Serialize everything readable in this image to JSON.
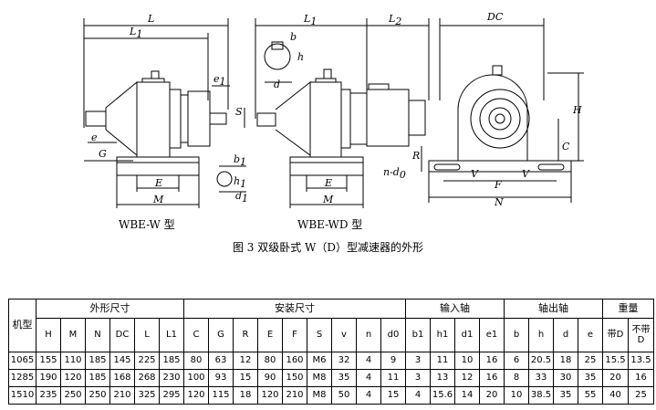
{
  "figure": {
    "model_labels": [
      "WBE-W 型",
      "WBE-WD 型"
    ],
    "caption": "图 3 双级卧式 W（D）型减速器的外形",
    "dimension_labels": {
      "L": "L",
      "L1": "L",
      "L1_sub": "1",
      "L1b": "L",
      "L1b_sub": "1",
      "L2": "L",
      "L2_sub": "2",
      "DC": "DC",
      "b": "b",
      "h": "h",
      "d": "d",
      "e1": "e",
      "e1_sub": "1",
      "S": "S",
      "e": "e",
      "G": "G",
      "b1": "b",
      "b1_sub": "1",
      "h1": "h",
      "h1_sub": "1",
      "d1": "d",
      "d1_sub": "1",
      "E": "E",
      "M": "M",
      "E2": "E",
      "M2": "M",
      "R": "R",
      "nd0": "n-d",
      "nd0_sub": "0",
      "V1": "V",
      "V2": "V",
      "F": "F",
      "N": "N",
      "H": "H",
      "C": "C"
    }
  },
  "table": {
    "group_headers": {
      "model": "机型",
      "outline": "外形尺寸",
      "install": "安装尺寸",
      "input_shaft": "输入轴",
      "output_shaft": "轴出轴",
      "weight": "重量"
    },
    "columns": [
      "H",
      "M",
      "N",
      "DC",
      "L",
      "L1",
      "C",
      "G",
      "R",
      "E",
      "F",
      "S",
      "v",
      "n",
      "d0",
      "b1",
      "h1",
      "d1",
      "e1",
      "b",
      "h",
      "d",
      "e",
      "带D",
      "不带D"
    ],
    "rows": [
      [
        "1065",
        "155",
        "110",
        "185",
        "145",
        "225",
        "185",
        "80",
        "63",
        "12",
        "80",
        "160",
        "M6",
        "32",
        "4",
        "9",
        "3",
        "11",
        "10",
        "16",
        "6",
        "20.5",
        "18",
        "25",
        "15.5",
        "13.5"
      ],
      [
        "1285",
        "190",
        "120",
        "185",
        "168",
        "268",
        "230",
        "100",
        "93",
        "15",
        "90",
        "150",
        "M8",
        "35",
        "4",
        "11",
        "3",
        "13",
        "12",
        "16",
        "8",
        "33",
        "30",
        "35",
        "20",
        "16"
      ],
      [
        "1510",
        "235",
        "250",
        "250",
        "210",
        "325",
        "295",
        "120",
        "115",
        "18",
        "120",
        "210",
        "M8",
        "50",
        "4",
        "15",
        "4",
        "15.6",
        "14",
        "20",
        "10",
        "38.5",
        "35",
        "55",
        "40",
        "25"
      ]
    ]
  }
}
